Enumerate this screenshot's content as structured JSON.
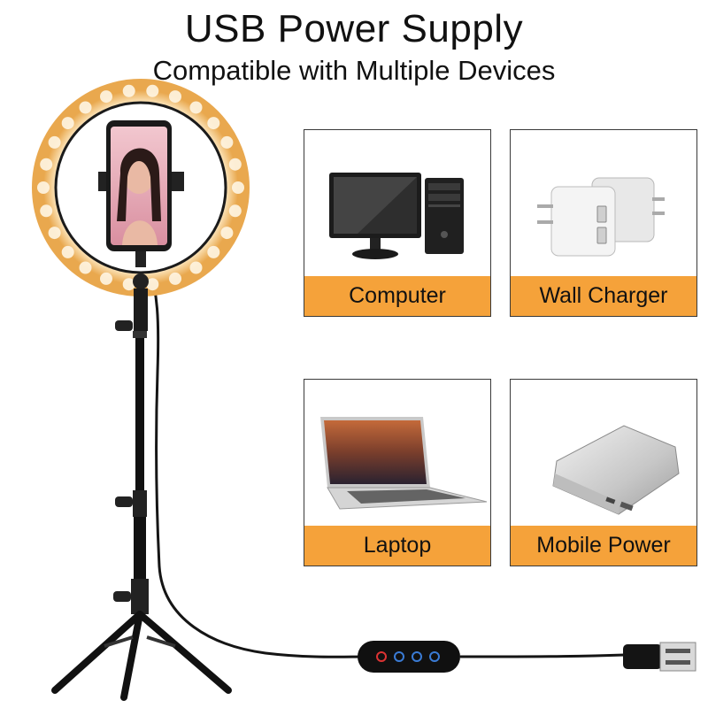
{
  "heading": {
    "title": "USB Power Supply",
    "subtitle": "Compatible with Multiple Devices"
  },
  "devices": [
    {
      "label": "Computer",
      "icon": "computer-icon"
    },
    {
      "label": "Wall Charger",
      "icon": "wall-charger-icon"
    },
    {
      "label": "Laptop",
      "icon": "laptop-icon"
    },
    {
      "label": "Mobile Power",
      "icon": "power-bank-icon"
    }
  ],
  "colors": {
    "label_bg": "#f5a23a",
    "ring_light": "#f7cf8e",
    "stand": "#111111"
  }
}
